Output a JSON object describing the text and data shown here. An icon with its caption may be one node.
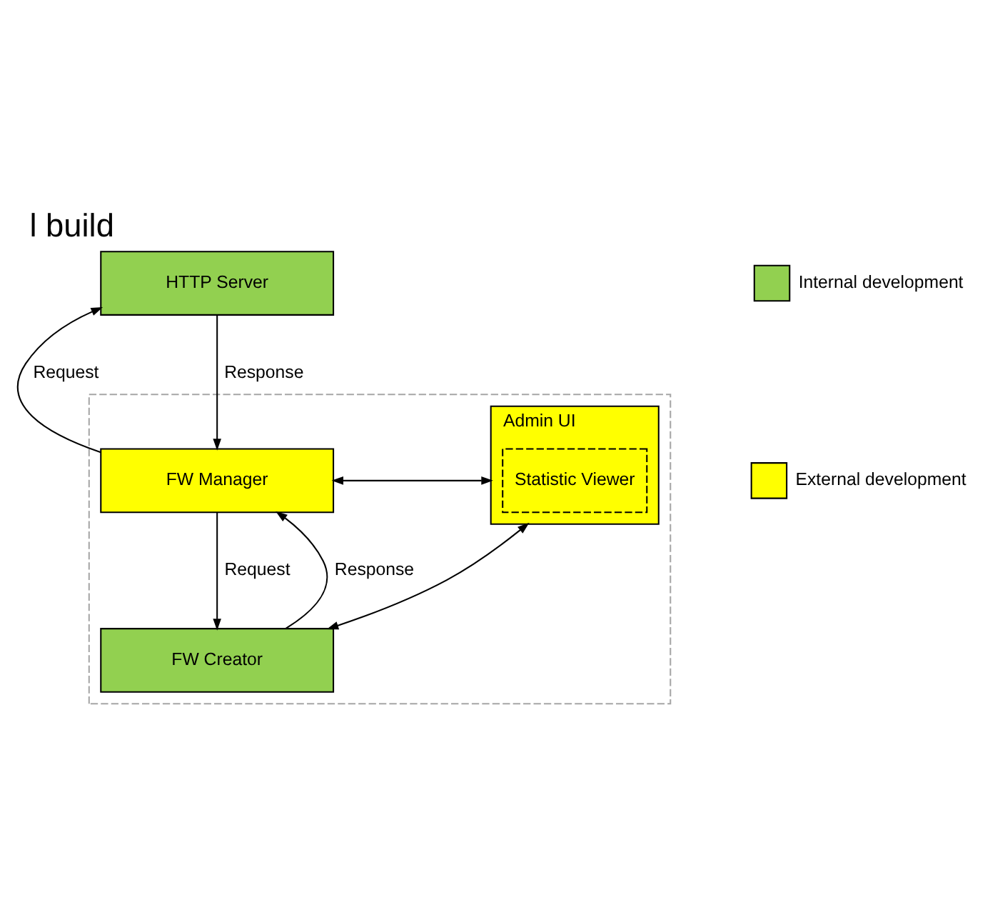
{
  "diagram": {
    "title": "l build",
    "nodes": [
      {
        "text": [],
        "shape": "box"
      },
      {
        "text": [
          "HTTP Server"
        ]
      },
      {
        "text": [
          "FW Manager"
        ],
        "in": 0
      },
      {
        "text": [
          "FW Creator"
        ],
        "in": 0
      },
      {
        "text": [
          "Admin UI"
        ],
        "in": 0
      },
      {
        "text": [
          "Statistic Viewer"
        ],
        "in": 4
      }
    ],
    "edges": [
      {
        "from": 2,
        "to": 1,
        "arrow": "to",
        "label": "Request"
      },
      {
        "from": 1,
        "to": 2,
        "arrow": "to",
        "label": "Response"
      },
      {
        "from": 2,
        "to": 3,
        "arrow": "to",
        "label": "Request"
      },
      {
        "from": 3,
        "to": 2,
        "arrow": "to",
        "label": "Response"
      },
      {
        "from": 2,
        "to": 4,
        "arrow": "both"
      },
      {
        "from": 3,
        "to": 4,
        "arrow": "both"
      }
    ],
    "legend": [
      {
        "text": "Internal development",
        "color": "#92d050"
      },
      {
        "text": "External development",
        "color": "#ffff00"
      }
    ]
  }
}
